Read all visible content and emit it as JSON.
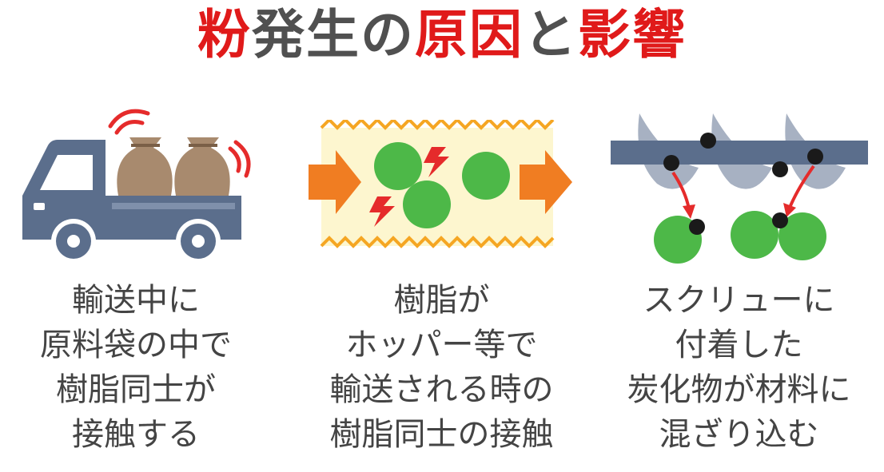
{
  "title": {
    "parts": [
      {
        "text": "粉",
        "color": "#e01a1a"
      },
      {
        "text": "発生の",
        "color": "#505050"
      },
      {
        "text": "原因",
        "color": "#e01a1a"
      },
      {
        "text": "と",
        "color": "#505050"
      },
      {
        "text": "影響",
        "color": "#e01a1a"
      }
    ]
  },
  "panels": [
    {
      "icon": "truck-icon",
      "lines": [
        "輸送中に",
        "原料袋の中で",
        "樹脂同士が",
        "接触する"
      ]
    },
    {
      "icon": "hopper-collision-icon",
      "lines": [
        "樹脂が",
        "ホッパー等で",
        "輸送される時の",
        "樹脂同士の接触"
      ]
    },
    {
      "icon": "screw-carbide-icon",
      "lines": [
        "スクリューに",
        "付着した",
        "炭化物が材料に",
        "混ざり込む"
      ]
    }
  ],
  "colors": {
    "truck": "#5b6e8c",
    "bag": "#a88a6e",
    "pellet": "#4db848",
    "arrow": "#f07d22",
    "spark": "#e52b2b",
    "zigzag": "#f5a623",
    "band": "#fdf6cf",
    "screw": "#5b6e8c",
    "carbide": "#1a1a1a"
  }
}
